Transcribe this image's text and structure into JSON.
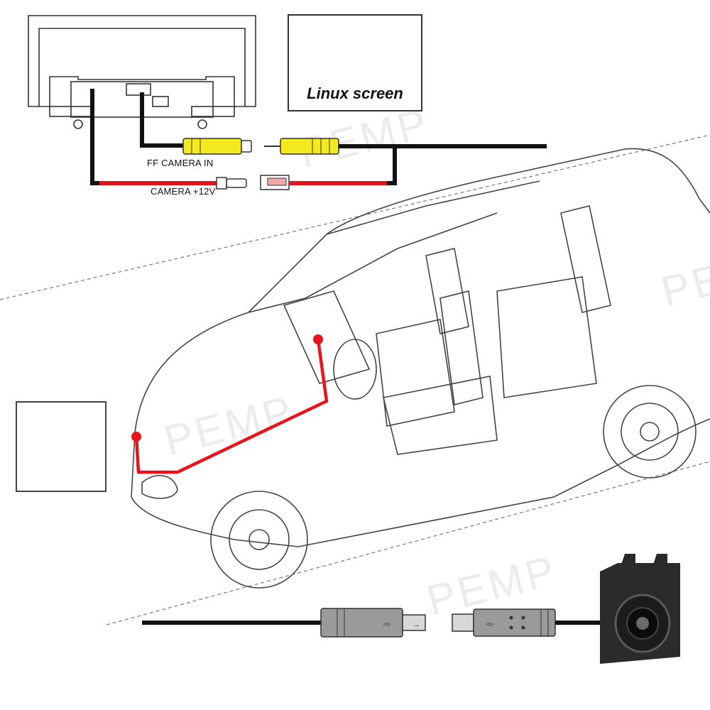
{
  "labels": {
    "ff_camera_in": "FF CAMERA IN",
    "camera_power": "CAMERA +12V",
    "screen_title": "Linux screen",
    "watermark": "PEMP"
  },
  "colors": {
    "video_wire": "#111111",
    "power_wire": "#e2131c",
    "rca_yellow": "#f2ea1e",
    "route_red": "#e8141c"
  },
  "icons": [
    "head-unit-back-icon",
    "linux-screen-icon",
    "car-cutaway-icon",
    "front-camera-icon",
    "usb-connector-icon"
  ]
}
